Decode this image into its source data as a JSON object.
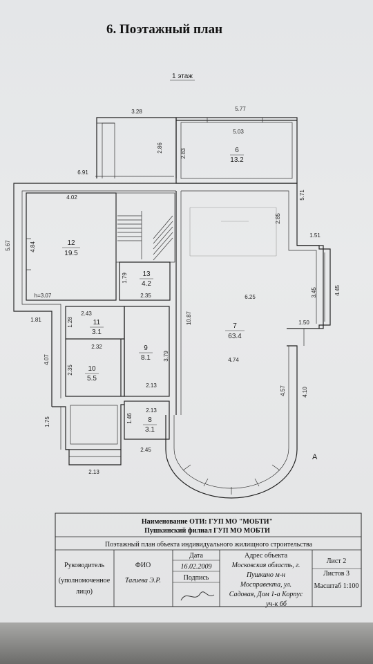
{
  "document": {
    "title": "6. Поэтажный план",
    "floor_label": "1 этаж"
  },
  "dimensions": {
    "d_328": "3.28",
    "d_577": "5.77",
    "d_503": "5.03",
    "d_286": "2.86",
    "d_283": "2.83",
    "d_691": "6.91",
    "d_571": "5.71",
    "d_402": "4.02",
    "d_285": "2.85",
    "d_151": "1.51",
    "d_567": "5.67",
    "d_484": "4.84",
    "d_345": "3.45",
    "d_445": "4.45",
    "d_179": "1.79",
    "d_1087": "10.87",
    "d_625": "6.25",
    "d_h307": "h=3.07",
    "d_235a": "2.35",
    "d_243": "2.43",
    "d_181": "1.81",
    "d_128": "1.28",
    "d_150": "1.50",
    "d_232": "2.32",
    "d_379": "3.79",
    "d_474": "4.74",
    "d_407": "4.07",
    "d_235b": "2.35",
    "d_213a": "2.13",
    "d_457": "4.57",
    "d_410": "4.10",
    "d_213b": "2.13",
    "d_146": "1.46",
    "d_175": "1.75",
    "d_245": "2.45",
    "d_213c": "2.13",
    "corner_a": "A"
  },
  "rooms": [
    {
      "number": "6",
      "area": "13.2"
    },
    {
      "number": "12",
      "area": "19.5"
    },
    {
      "number": "13",
      "area": "4.2"
    },
    {
      "number": "7",
      "area": "63.4"
    },
    {
      "number": "11",
      "area": "3.1"
    },
    {
      "number": "9",
      "area": "8.1"
    },
    {
      "number": "10",
      "area": "5.5"
    },
    {
      "number": "8",
      "area": "3.1"
    }
  ],
  "stamp": {
    "org_line1": "Наименование ОТИ: ГУП МО \"МОБТИ\"",
    "org_line2": "Пушкинский филиал ГУП МО МОБТИ",
    "plan_title": "Поэтажный план объекта индивидуального жилищного строительства",
    "role_line1": "Руководитель",
    "role_line2": "(уполномоченное",
    "role_line3": "лицо)",
    "fio_label": "ФИО",
    "fio_value": "Тагиева Э.Р.",
    "date_label": "Дата",
    "date_value": "16.02.2009",
    "sign_label": "Подпись",
    "address_label": "Адрес объекта",
    "address_1": "Московская область, г.",
    "address_2": "Пушкино м-н",
    "address_3": "Мосправекта, ул.",
    "address_4": "Садовая, Дом 1-а Корпус",
    "address_5": "уч-к 6б",
    "sheet_label": "Лист 2",
    "sheets_label": "Листов 3",
    "scale_label": "Масштаб 1:100"
  }
}
